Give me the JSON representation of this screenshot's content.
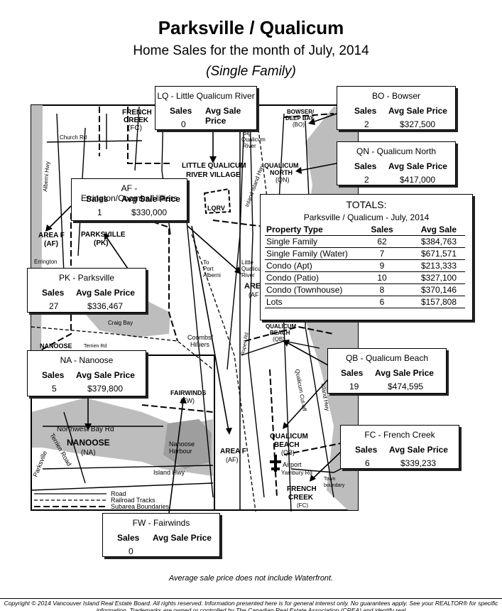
{
  "header": {
    "title": "Parksville / Qualicum",
    "subtitle": "Home Sales for the month of July, 2014",
    "subtitle2": "(Single Family)"
  },
  "labels": {
    "sales": "Sales",
    "avg_price": "Avg Sale Price"
  },
  "areas": [
    {
      "name": "LQ - Little Qualicum River",
      "sales": "0",
      "avg": ""
    },
    {
      "name": "BO - Bowser",
      "sales": "2",
      "avg": "$327,500"
    },
    {
      "name": "QN - Qualicum North",
      "sales": "2",
      "avg": "$417,000"
    },
    {
      "name": "AF - Errington/Coombs/Hilliers",
      "sales": "1",
      "avg": "$330,000"
    },
    {
      "name": "PK - Parksville",
      "sales": "27",
      "avg": "$336,467"
    },
    {
      "name": "NA - Nanoose",
      "sales": "5",
      "avg": "$379,800"
    },
    {
      "name": "QB - Qualicum Beach",
      "sales": "19",
      "avg": "$474,595"
    },
    {
      "name": "FC - French Creek",
      "sales": "6",
      "avg": "$339,233"
    },
    {
      "name": "FW - Fairwinds",
      "sales": "0",
      "avg": ""
    }
  ],
  "totals": {
    "title": "TOTALS:",
    "subtitle": "Parksville / Qualicum - July, 2014",
    "columns": [
      "Property Type",
      "Sales",
      "Avg Sale"
    ],
    "rows": [
      [
        "Single Family",
        "62",
        "$384,763"
      ],
      [
        "Single Family (Water)",
        "7",
        "$671,571"
      ],
      [
        "Condo (Apt)",
        "9",
        "$213,333"
      ],
      [
        "Condo (Patio)",
        "10",
        "$327,100"
      ],
      [
        "Condo (Townhouse)",
        "8",
        "$370,146"
      ],
      [
        "Lots",
        "6",
        "$157,808"
      ]
    ]
  },
  "map_labels": {
    "french_creek_top": [
      "FRENCH",
      "CREEK",
      "(FC)"
    ],
    "church_rd": "Church Rd",
    "alberni_hwy": "Alberni Hwy",
    "errington": "Errington",
    "area_f_west": [
      "AREA F",
      "(AF)"
    ],
    "parksville_pk": [
      "PARKSVILLE",
      "(PK)"
    ],
    "craig_bay": "Craig Bay",
    "nanoose_small": "NANOOSE",
    "terrien_rd": "Terrien Rd",
    "bowser": [
      "BOWSER/",
      "DEEP BAY",
      "(BO)"
    ],
    "big_qualicum": [
      "Big",
      "Qualicum",
      "River"
    ],
    "lqrv": [
      "LITTLE QUALICUM",
      "RIVER VILLAGE"
    ],
    "lqrv_box": "LQRV",
    "qualicum_north": [
      "QUALICUM",
      "NORTH",
      "(QN)"
    ],
    "inland_island_hwy": "Inland Island Hwy",
    "to_port_alberni": [
      "To",
      "Port",
      "Alberni"
    ],
    "little_qualicum_river": [
      "Little",
      "Qualicum",
      "River"
    ],
    "area_af_partial": [
      "ARE",
      "(AF"
    ],
    "coombs": [
      "Coombs/",
      "Hilliers"
    ],
    "qb_small": [
      "QUALICUM",
      "BEACH",
      "(QB)"
    ],
    "rupert_rd": "Rupert Rd",
    "fairwinds": [
      "FAIRWINDS",
      "(FW)"
    ],
    "northwest_bay": "Northwest Bay Rd",
    "nanoose_big": [
      "NANOOSE",
      "(NA)"
    ],
    "terrien_road": "Terrien Road",
    "parksville_road": "Parksville",
    "nanoose_harbour": [
      "Nanoose",
      "Harbour"
    ],
    "island_hwy": "Island Hwy",
    "area_f_center": [
      "AREA F",
      "(AF)"
    ],
    "qb_big": [
      "QUALICUM",
      "BEACH",
      "(QB)"
    ],
    "airport": "Airport",
    "yambury": "Yambury Rd",
    "town_boundary": [
      "Town",
      "boundary"
    ],
    "french_creek_bottom": [
      "FRENCH",
      "CREEK",
      "(FC)"
    ],
    "island_hwy_right": "Island Hwy",
    "qualicum_cutoff": "Qualicum Cut-off"
  },
  "legend": {
    "items": [
      "Road",
      "Railroad Tracks",
      "Subarea Boundaries"
    ]
  },
  "footer": {
    "note": "Average sale price does not include Waterfront.",
    "copyright": "Copyright © 2014 Vancouver Island Real Estate Board. All rights reserved. Information presented here is for general interest only. No guarantees apply. See your REALTOR® for specific information. Trademarks are owned or controlled by The Canadian Real Estate Association (CREA) and identify real"
  }
}
